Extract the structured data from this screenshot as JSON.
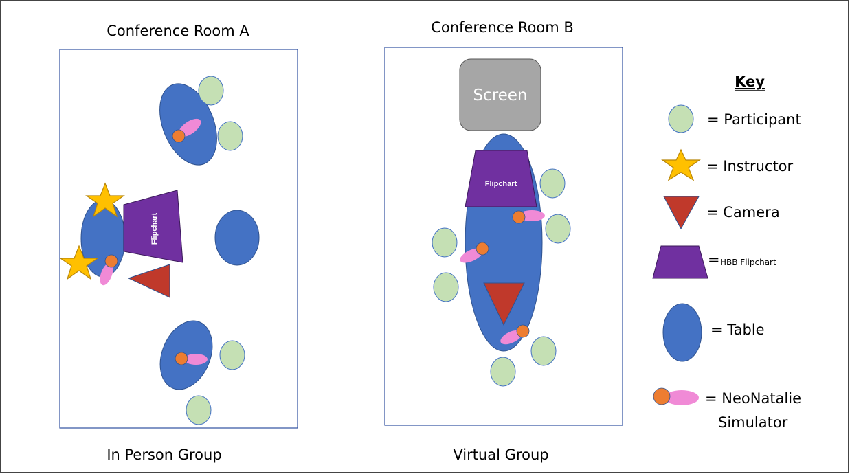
{
  "rooms": {
    "a": {
      "title": "Conference Room A",
      "caption": "In Person Group",
      "flipchart_label": "Flipchart"
    },
    "b": {
      "title": "Conference Room B",
      "caption": "Virtual Group",
      "flipchart_label": "Flipchart",
      "screen_label": "Screen"
    }
  },
  "key": {
    "title": "Key",
    "participant": "= Participant",
    "instructor": "= Instructor",
    "camera": "= Camera",
    "flipchart_eq": "=",
    "flipchart": "HBB Flipchart",
    "table": "= Table",
    "simulator_line1": "= NeoNatalie",
    "simulator_line2": "Simulator"
  },
  "colors": {
    "table": "#4472c4",
    "participant": "#c5e0b4",
    "instructor": "#ffc000",
    "camera": "#c0392b",
    "flipchart": "#7030a0",
    "sim_head": "#ed7d31",
    "sim_body": "#f08ad6",
    "screen": "#a6a6a6"
  }
}
